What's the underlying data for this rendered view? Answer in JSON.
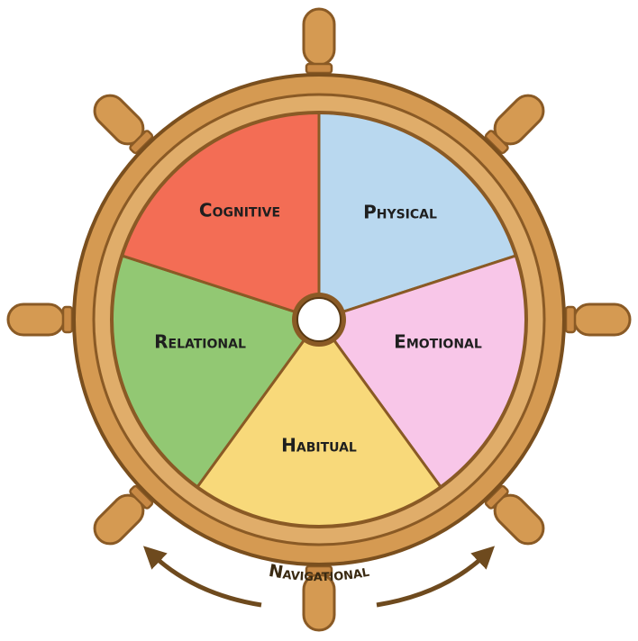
{
  "segments": [
    {
      "label": "Physical",
      "color": "#b9d8ef"
    },
    {
      "label": "Emotional",
      "color": "#f8c6e8"
    },
    {
      "label": "Habitual",
      "color": "#f8d97a"
    },
    {
      "label": "Relational",
      "color": "#92c873"
    },
    {
      "label": "Cognitive",
      "color": "#f36d55"
    }
  ],
  "ring_label": "Navigational",
  "colors": {
    "wood": "#d59a52",
    "wood_dark": "#8a5a25",
    "arrow": "#6e4a1e",
    "hub": "#ffffff"
  },
  "icons": [
    "ship-wheel",
    "curved-arrow-left",
    "curved-arrow-right"
  ]
}
